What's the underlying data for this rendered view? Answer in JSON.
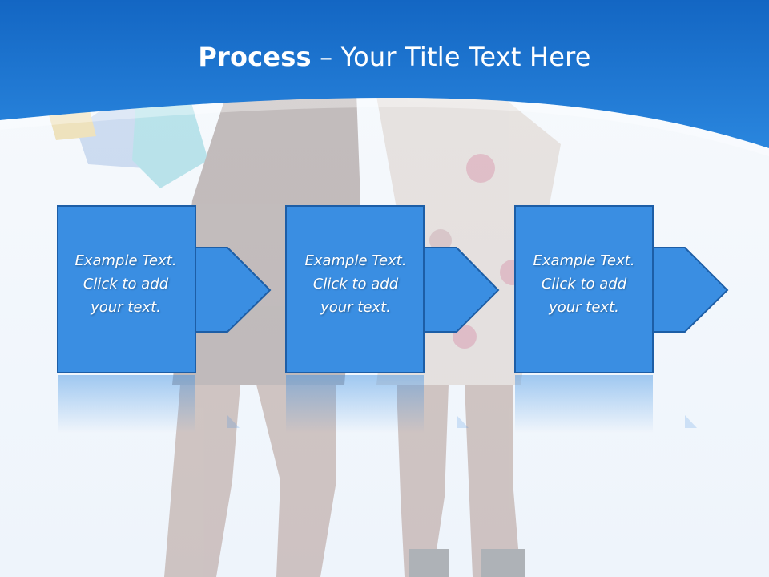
{
  "slide": {
    "title_bold": "Process",
    "title_dash": " – ",
    "title_rest": "Your Title Text Here"
  },
  "steps": [
    {
      "line1": "Example Text.",
      "line2": "Click  to add",
      "line3": "your text."
    },
    {
      "line1": "Example Text.",
      "line2": "Click  to add",
      "line3": "your text."
    },
    {
      "line1": "Example Text.",
      "line2": "Click  to add",
      "line3": "your text."
    }
  ],
  "colors": {
    "header_blue": "#1a74d0",
    "box_blue": "#3a8ee2",
    "box_border": "#1d5ea6",
    "background": "#f3f7fc"
  }
}
